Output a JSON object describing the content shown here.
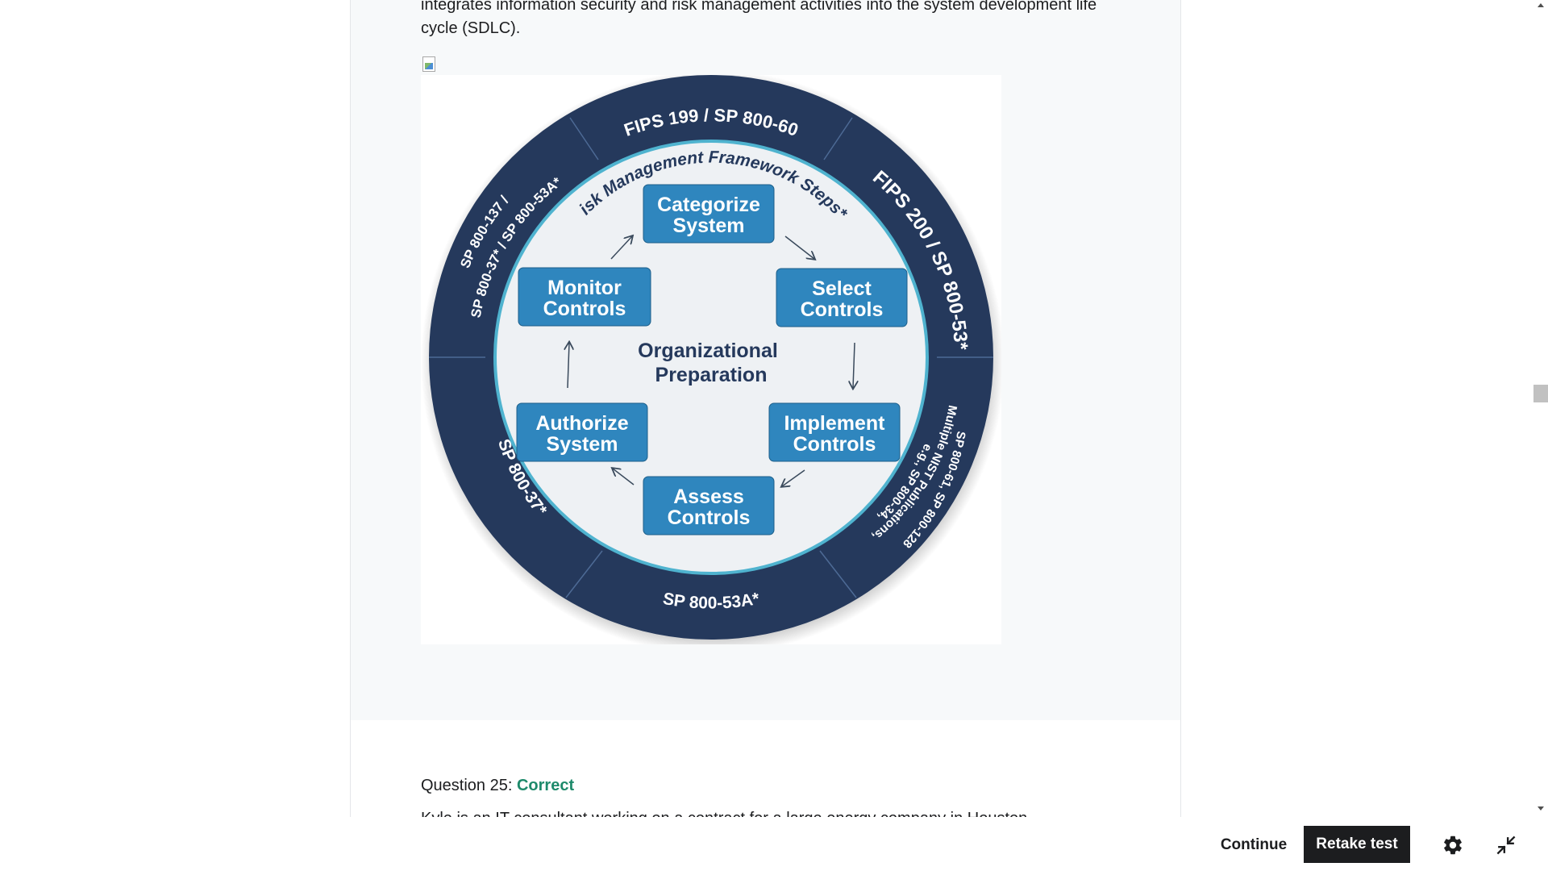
{
  "explanation": {
    "text": "integrates information security and risk management activities into the system development life cycle (SDLC)."
  },
  "figure": {
    "ring_labels": {
      "top": "FIPS 199 / SP 800-60",
      "right": "FIPS 200 / SP 800-53*",
      "bottom_right_1": "Multiple NIST Publications,",
      "bottom_right_2": "e.g., SP 800-34,",
      "bottom_right_3": "SP 800-61, SP 800-128",
      "bottom": "SP 800-53A*",
      "left_lower": "SP 800-37*",
      "left_upper_1": "SP 800-137 /",
      "left_upper_2": "SP 800-37* / SP 800-53A*"
    },
    "arc_title": "Risk Management Framework Steps**",
    "center_line1": "Organizational",
    "center_line2": "Preparation",
    "steps": [
      {
        "line1": "Categorize",
        "line2": "System"
      },
      {
        "line1": "Select",
        "line2": "Controls"
      },
      {
        "line1": "Implement",
        "line2": "Controls"
      },
      {
        "line1": "Assess",
        "line2": "Controls"
      },
      {
        "line1": "Authorize",
        "line2": "System"
      },
      {
        "line1": "Monitor",
        "line2": "Controls"
      }
    ],
    "colors": {
      "ring": "#25395c",
      "box": "#2f86be",
      "inner": "#eef1f4",
      "accent": "#4fb3cf"
    }
  },
  "question": {
    "label": "Question 25:",
    "status": "Correct",
    "text_cut": "Kyle is an IT consultant working on a contract for a large energy company in Houston."
  },
  "footer": {
    "continue_label": "Continue",
    "retake_label": "Retake test",
    "settings_icon": "gear-icon",
    "collapse_icon": "collapse-icon"
  }
}
